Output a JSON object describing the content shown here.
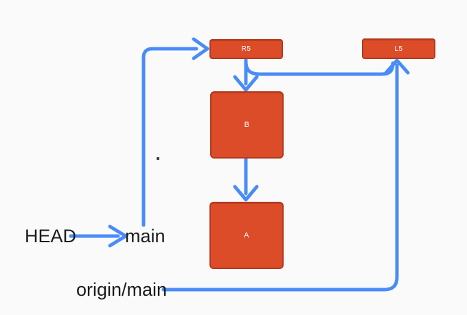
{
  "diagram": {
    "description": "Git branch diagram with commits and refs",
    "background": "#fafafa",
    "colors": {
      "node_fill": "#dc4c28",
      "node_border": "#b03a1d",
      "node_text": "#ffffff",
      "arrow": "#4a8cf7",
      "label_text": "#1b1b1d"
    },
    "nodes": [
      {
        "id": "R5",
        "label": "R5"
      },
      {
        "id": "L5",
        "label": "L5"
      },
      {
        "id": "B",
        "label": "B"
      },
      {
        "id": "A",
        "label": "A"
      }
    ],
    "labels": {
      "head": "HEAD",
      "main": "main",
      "origin_main": "origin/main"
    },
    "edges": [
      {
        "from": "HEAD",
        "to": "main"
      },
      {
        "from": "main",
        "to": "R5"
      },
      {
        "from": "R5",
        "to": "B"
      },
      {
        "from": "B",
        "to": "A"
      },
      {
        "from": "R5-B-link",
        "to": "L5"
      },
      {
        "from": "origin/main",
        "to": "L5"
      }
    ]
  }
}
